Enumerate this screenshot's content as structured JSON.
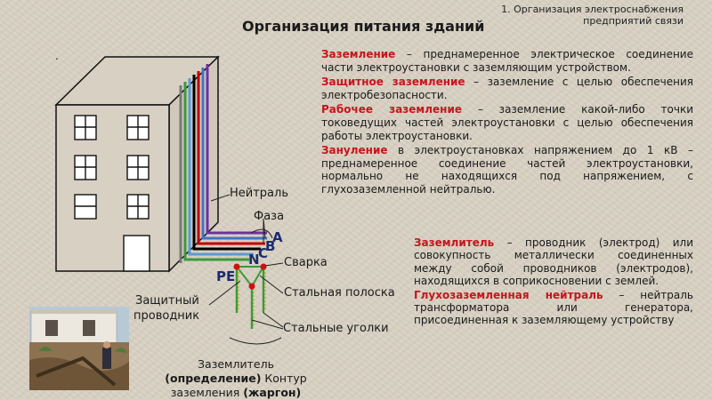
{
  "header": {
    "line1": "1. Организация электроснабжения",
    "line2": "предприятий связи"
  },
  "title": "Организация питания зданий",
  "bullet": ".",
  "diagram_labels": {
    "neutral": "Нейтраль",
    "phase": "Фаза",
    "phase_a": "A",
    "phase_b": "B",
    "phase_c": "C",
    "n": "N",
    "pe": "PE",
    "weld": "Сварка",
    "steel_strip": "Стальная полоска",
    "protective_line1": "Защитный",
    "protective_line2": "проводник",
    "steel_angles": "Стальные уголки"
  },
  "caption": {
    "line1": "Заземлитель",
    "line2_bold": "(определение)",
    "line2_rest": " Контур",
    "line3_rest": "заземления ",
    "line3_bold": "(жаргон)"
  },
  "definitions": [
    {
      "term": "Заземление",
      "text": " – преднамеренное электрическое соединение части электроустановки с заземляющим устройством."
    },
    {
      "term": "Защитное заземление",
      "text": " – заземление с целью обеспечения электробезопасности."
    },
    {
      "term": "Рабочее заземление",
      "text": " – заземление какой-либо точки токоведущих частей электроустановки с целью обеспечения работы электроустановки."
    },
    {
      "term": "Зануление",
      "text": " в электроустановках напряжением до 1 кВ – преднамеренное соединение частей электроустановки, нормально не находящихся под напряжением, с глухозаземленной нейтралью."
    }
  ],
  "definitions_right": [
    {
      "term": "Заземлитель",
      "text": " – проводник (электрод) или совокупность металлически соединенных между собой проводников (электродов), находящихся в соприкосновении с землей."
    },
    {
      "term": "Глухозаземленная нейтраль",
      "text": " – нейтраль трансформатора или генератора, присоединенная к заземляющему устройству"
    }
  ],
  "colors": {
    "term": "#c4161c",
    "wire_neutral": "#7030a0",
    "wire_a": "#1f3a8a",
    "wire_b": "#c00000",
    "wire_c": "#000000",
    "wire_n": "#4a7ebb",
    "wire_pe": "#3a9a3a"
  }
}
